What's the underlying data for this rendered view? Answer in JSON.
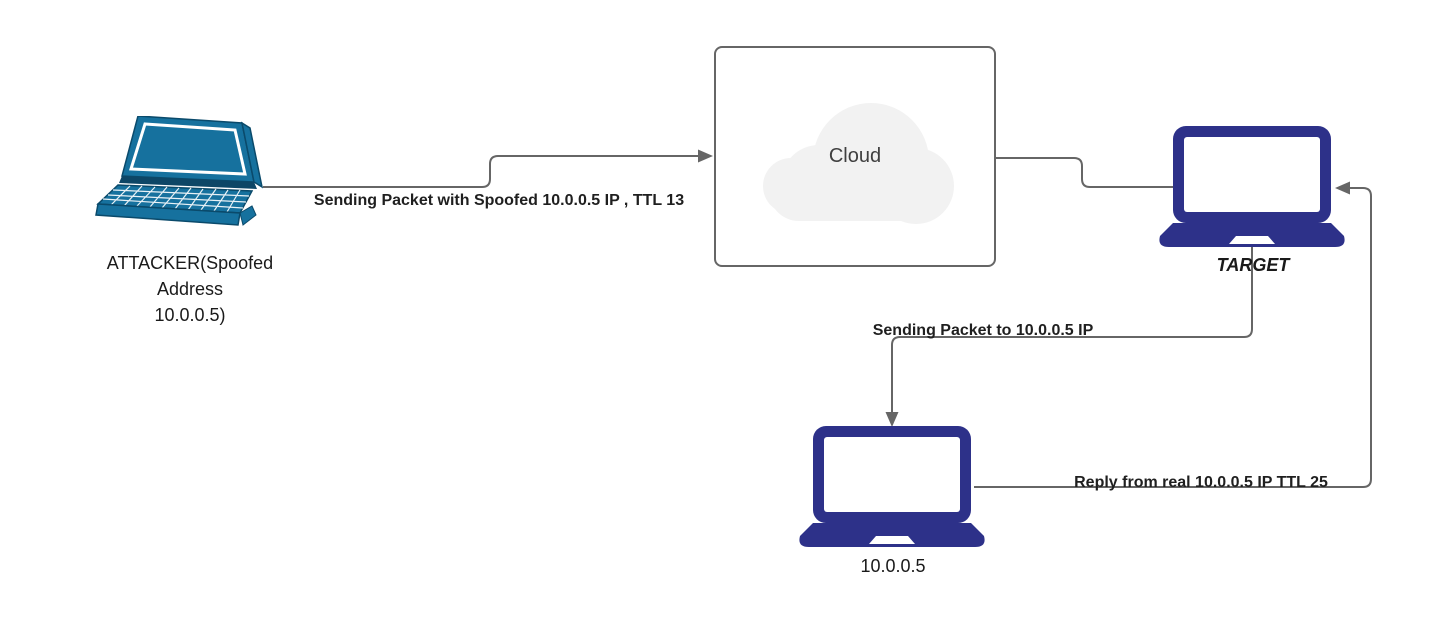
{
  "diagram": {
    "type": "network-attack-flow",
    "nodes": {
      "attacker": {
        "label_lines": [
          "ATTACKER(Spoofed",
          "Address",
          "10.0.0.5)"
        ],
        "icon": "laptop-3d-icon",
        "color": "#16719e"
      },
      "cloud": {
        "label": "Cloud",
        "icon": "cloud-icon",
        "fill": "#f2f2f2",
        "border_color": "#666666"
      },
      "target": {
        "label": "TARGET",
        "icon": "laptop-icon",
        "color": "#2d3189"
      },
      "real_host": {
        "label": "10.0.0.5",
        "icon": "laptop-icon",
        "color": "#2d3189"
      }
    },
    "edges": [
      {
        "from": "attacker",
        "to": "cloud",
        "label": "Sending Packet with Spoofed 10.0.0.5 IP , TTL 13"
      },
      {
        "from": "cloud",
        "to": "target",
        "label": ""
      },
      {
        "from": "target",
        "to": "real_host",
        "label": "Sending Packet to 10.0.0.5 IP"
      },
      {
        "from": "real_host",
        "to": "target",
        "label": "Reply from real 10.0.0.5 IP TTL 25"
      }
    ],
    "colors": {
      "connector": "#666666",
      "attacker_teal": "#16719e",
      "laptop_navy": "#2d3189",
      "cloud_fill": "#f2f2f2",
      "label_text": "#1a1a1a"
    }
  }
}
